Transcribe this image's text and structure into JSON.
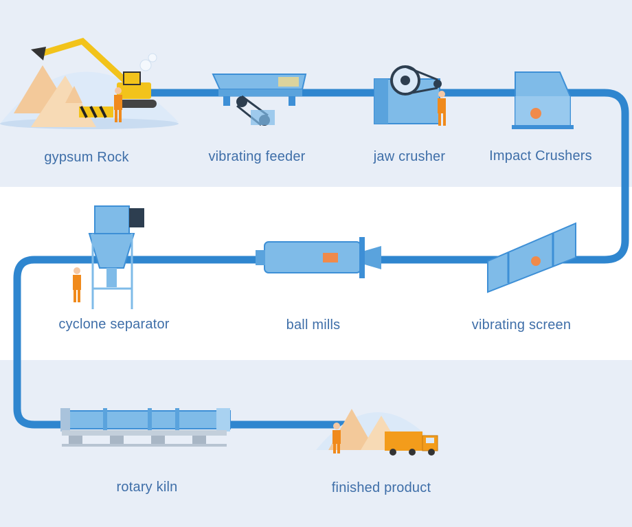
{
  "stages": [
    {
      "id": "gypsum-rock",
      "label": "gypsum Rock"
    },
    {
      "id": "vibrating-feeder",
      "label": "vibrating feeder"
    },
    {
      "id": "jaw-crusher",
      "label": "jaw crusher"
    },
    {
      "id": "impact-crushers",
      "label": "Impact Crushers"
    },
    {
      "id": "vibrating-screen",
      "label": "vibrating screen"
    },
    {
      "id": "ball-mills",
      "label": "ball mills"
    },
    {
      "id": "cyclone-separator",
      "label": "cyclone separator"
    },
    {
      "id": "rotary-kiln",
      "label": "rotary kiln"
    },
    {
      "id": "finished-product",
      "label": "finished product"
    }
  ],
  "colors": {
    "pipe": "#2f86cf",
    "machine": "#7fbbe8",
    "machine_dark": "#3d8fd6",
    "label": "#3e6ea8",
    "band_light": "#e8eef7",
    "band_white": "#ffffff",
    "worker": "#f08a1c",
    "excavator": "#f2c31b",
    "gypsum": "#f3c99a",
    "truck": "#f39c1b"
  }
}
